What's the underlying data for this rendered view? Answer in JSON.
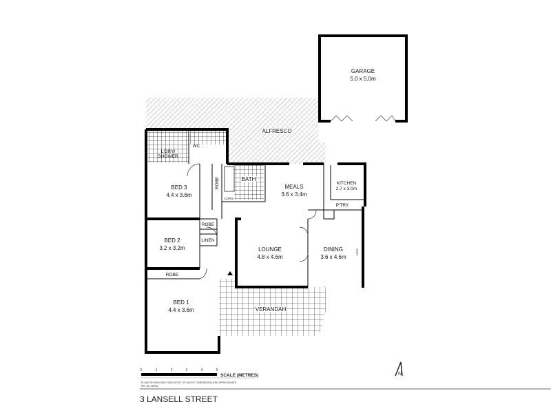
{
  "plan": {
    "rooms": {
      "garage": {
        "name": "GARAGE",
        "size": "5.0 x 5.0m"
      },
      "alfresco": {
        "name": "ALFRESCO"
      },
      "laundry": {
        "name1": "L'DRY/",
        "name2": "SHOWER"
      },
      "wc": {
        "name": "WC"
      },
      "bath": {
        "name": "BATH"
      },
      "cupd": {
        "name": "CUPD"
      },
      "robe_bed3": {
        "name": "ROBE"
      },
      "bed3": {
        "name": "BED 3",
        "size": "4.4 x 3.6m"
      },
      "meals": {
        "name": "MEALS",
        "size": "3.6 x 3.4m"
      },
      "kitchen": {
        "name": "KITCHEN",
        "size": "2.7 x 3.0m"
      },
      "pantry": {
        "name": "P'TRY"
      },
      "robe_bed2": {
        "name": "ROBE"
      },
      "linen": {
        "name": "LINEN"
      },
      "bed2": {
        "name": "BED 2",
        "size": "3.2 x 3.2m"
      },
      "lounge": {
        "name": "LOUNGE",
        "size": "4.8 x 4.6m"
      },
      "dining": {
        "name": "DINING",
        "size": "3.6 x 4.6m"
      },
      "heat": {
        "name": "HEAT"
      },
      "robe_bed1": {
        "name": "ROBE"
      },
      "bed1": {
        "name": "BED 1",
        "size": "4.4 x 3.6m"
      },
      "verandah": {
        "name": "VERANDAH"
      }
    }
  },
  "scale": {
    "ticks": [
      "0",
      "1",
      "2",
      "3",
      "4",
      "5"
    ],
    "label": "SCALE (METRES)",
    "disclaimer": "PLANS SHOWN ONLY INDICATIVE OF LAYOUT.  DIMENSIONS ARE APPROXIMATE.",
    "ref": "Ref. No. 38764"
  },
  "north_arrow": {
    "label": "N"
  },
  "address": "3 LANSELL STREET"
}
